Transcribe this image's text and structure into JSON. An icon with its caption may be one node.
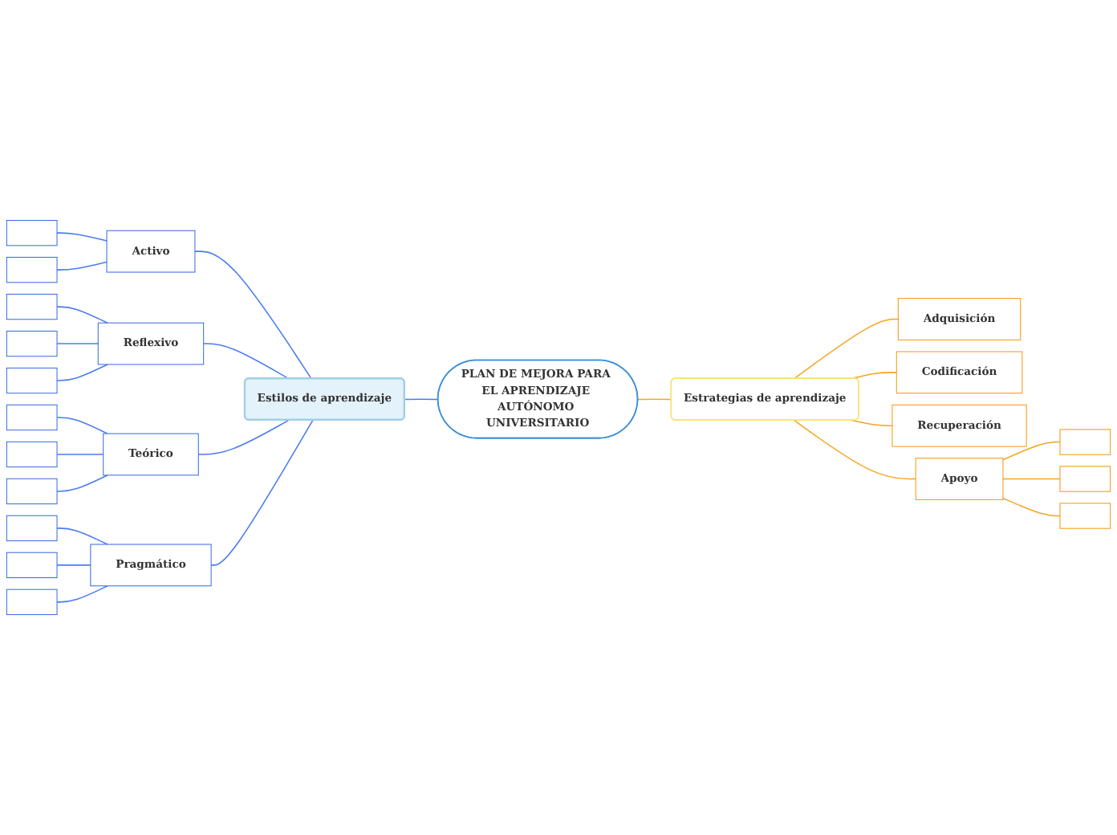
{
  "diagram": {
    "nodes": [
      {
        "text": [
          "PLAN DE MEJORA PARA EL APRENDIZAJE AUTÓNOMO UNIVERSITARIO"
        ]
      },
      {
        "text": [
          "Estilos de aprendizaje"
        ]
      },
      {
        "text": [
          "Activo"
        ]
      },
      {
        "text": [
          "Reflexivo"
        ]
      },
      {
        "text": [
          "Teórico"
        ]
      },
      {
        "text": [
          "Pragmático"
        ]
      },
      {
        "text": [
          "Estrategias de aprendizaje"
        ]
      },
      {
        "text": [
          "Adquisición"
        ]
      },
      {
        "text": [
          "Codificación"
        ]
      },
      {
        "text": [
          "Recuperación"
        ]
      },
      {
        "text": [
          "Apoyo"
        ]
      },
      {
        "text": [],
        "shape": "box"
      },
      {
        "text": [],
        "shape": "box"
      },
      {
        "text": [],
        "shape": "box"
      },
      {
        "text": [],
        "shape": "box"
      },
      {
        "text": [],
        "shape": "box"
      },
      {
        "text": [],
        "shape": "box"
      },
      {
        "text": [],
        "shape": "box"
      },
      {
        "text": [],
        "shape": "box"
      },
      {
        "text": [],
        "shape": "box"
      },
      {
        "text": [],
        "shape": "box"
      },
      {
        "text": [],
        "shape": "box"
      },
      {
        "text": [],
        "shape": "box"
      },
      {
        "text": [],
        "shape": "box"
      },
      {
        "text": [],
        "shape": "box"
      }
    ],
    "edges": [
      {
        "from": 0,
        "to": 1,
        "arrow": "none",
        "color": "#4a7cf0"
      },
      {
        "from": 1,
        "to": 2,
        "arrow": "none",
        "color": "#4a7cf0"
      },
      {
        "from": 1,
        "to": 3,
        "arrow": "none",
        "color": "#4a7cf0"
      },
      {
        "from": 1,
        "to": 4,
        "arrow": "none",
        "color": "#4a7cf0"
      },
      {
        "from": 1,
        "to": 5,
        "arrow": "none",
        "color": "#4a7cf0"
      },
      {
        "from": 0,
        "to": 6,
        "arrow": "none",
        "color": "#f5a623"
      },
      {
        "from": 6,
        "to": 7,
        "arrow": "none",
        "color": "#f5a623"
      },
      {
        "from": 6,
        "to": 8,
        "arrow": "none",
        "color": "#f5a623"
      },
      {
        "from": 6,
        "to": 9,
        "arrow": "none",
        "color": "#f5a623"
      },
      {
        "from": 6,
        "to": 10,
        "arrow": "none",
        "color": "#f5a623"
      },
      {
        "from": 2,
        "to": 11,
        "arrow": "none",
        "color": "#4a7cf0"
      },
      {
        "from": 2,
        "to": 12,
        "arrow": "none",
        "color": "#4a7cf0"
      },
      {
        "from": 3,
        "to": 13,
        "arrow": "none",
        "color": "#4a7cf0"
      },
      {
        "from": 3,
        "to": 14,
        "arrow": "none",
        "color": "#4a7cf0"
      },
      {
        "from": 3,
        "to": 15,
        "arrow": "none",
        "color": "#4a7cf0"
      },
      {
        "from": 4,
        "to": 16,
        "arrow": "none",
        "color": "#4a7cf0"
      },
      {
        "from": 4,
        "to": 17,
        "arrow": "none",
        "color": "#4a7cf0"
      },
      {
        "from": 4,
        "to": 18,
        "arrow": "none",
        "color": "#4a7cf0"
      },
      {
        "from": 5,
        "to": 19,
        "arrow": "none",
        "color": "#4a7cf0"
      },
      {
        "from": 5,
        "to": 20,
        "arrow": "none",
        "color": "#4a7cf0"
      },
      {
        "from": 5,
        "to": 21,
        "arrow": "none",
        "color": "#4a7cf0"
      },
      {
        "from": 10,
        "to": 22,
        "arrow": "none",
        "color": "#f5a623"
      },
      {
        "from": 10,
        "to": 23,
        "arrow": "none",
        "color": "#f5a623"
      },
      {
        "from": 10,
        "to": 24,
        "arrow": "none",
        "color": "#f5a623"
      }
    ]
  }
}
